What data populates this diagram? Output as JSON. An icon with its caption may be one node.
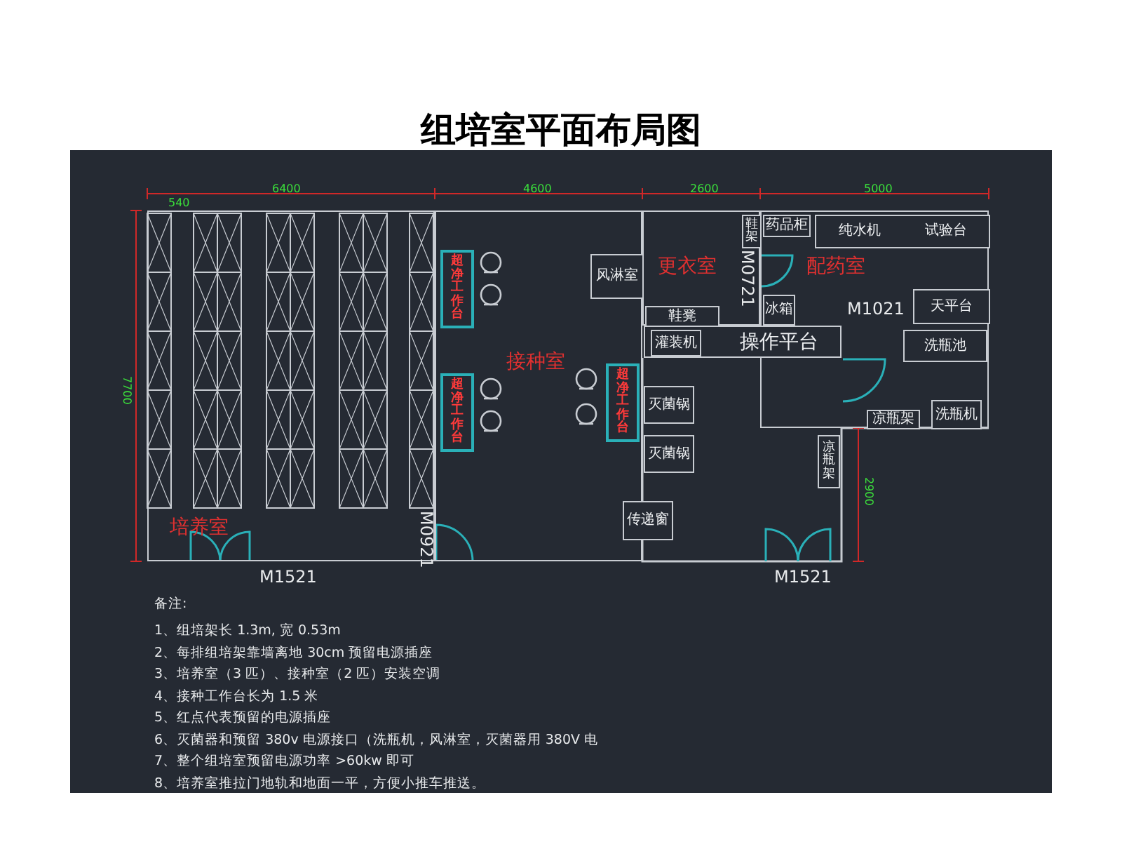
{
  "diagram": {
    "title": "组培室平面布局图",
    "nodes": [
      {
        "text": [
          "培养室"
        ]
      },
      {
        "text": [
          "接种室"
        ]
      },
      {
        "text": [
          "更衣室"
        ]
      },
      {
        "text": [
          "配药室"
        ]
      },
      {
        "text": [
          "超净工作台"
        ],
        "in": 1
      },
      {
        "text": [
          "超净工作台"
        ],
        "in": 1
      },
      {
        "text": [
          "风淋室"
        ],
        "in": 1
      },
      {
        "text": [
          "超净工作台"
        ],
        "in": 1
      },
      {
        "text": [
          "灭菌锅"
        ]
      },
      {
        "text": [
          "灭菌锅"
        ]
      },
      {
        "text": [
          "传递窗"
        ]
      },
      {
        "text": [
          "鞋架"
        ],
        "in": 2
      },
      {
        "text": [
          "药品柜"
        ],
        "in": 3
      },
      {
        "text": [
          "纯水机",
          "试验台"
        ],
        "in": 3
      },
      {
        "text": [
          "鞋凳"
        ],
        "in": 2
      },
      {
        "text": [
          "冰箱"
        ],
        "in": 3
      },
      {
        "text": [
          "天平台"
        ],
        "in": 3
      },
      {
        "text": [
          "操作平台"
        ]
      },
      {
        "text": [
          "灌装机"
        ],
        "in": 17
      },
      {
        "text": [
          "洗瓶池"
        ],
        "in": 3
      },
      {
        "text": [
          "凉瓶架"
        ],
        "in": 3
      },
      {
        "text": [
          "洗瓶机"
        ],
        "in": 3
      },
      {
        "text": [
          "凉瓶架"
        ]
      }
    ],
    "labels": [
      "6400",
      "540",
      "4600",
      "2600",
      "5000",
      "7700",
      "M0721",
      "M1021",
      "2900",
      "M0921",
      "M1521",
      "M1521",
      "备注:",
      "1、组培架长 1.3m, 宽 0.53m",
      "2、每排组培架靠墙离地 30cm 预留电源插座",
      "3、培养室（3 匹）、接种室（2 匹）安装空调",
      "4、接种工作台长为 1.5 米",
      "5、红点代表预留的电源插座",
      "6、灭菌器和预留 380v 电源接口（洗瓶机，风淋室，灭菌器用 380V 电",
      "7、整个组培室预留电源功率 >60kw 即可",
      "8、培养室推拉门地轨和地面一平，方便小推车推送。"
    ]
  }
}
